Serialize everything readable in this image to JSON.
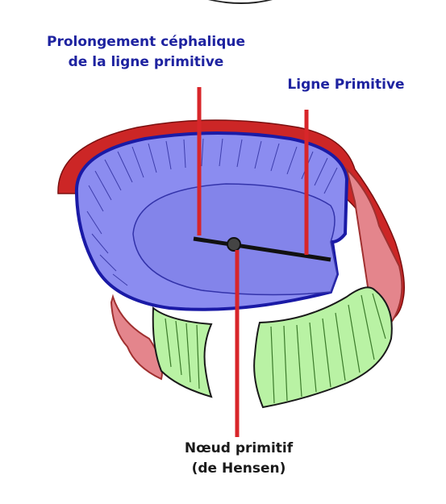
{
  "labels": {
    "prolongement_line1": "Prolongement céphalique",
    "prolongement_line2": "de la ligne primitive",
    "ligne_primitive": "Ligne Primitive",
    "noeud_line1": "Nœud primitif",
    "noeud_line2": "(de Hensen)"
  },
  "colors": {
    "ectoderm_blue": "#8b8cf0",
    "disc_blue": "#8384ea",
    "dark_blue_outline": "#1a1aa6",
    "endoderm_red": "#cc2626",
    "pink_tissue": "#e4858c",
    "green_tissue": "#b9f2a4",
    "pointer_red": "#d8262a",
    "label_blue": "#1e23a0"
  }
}
